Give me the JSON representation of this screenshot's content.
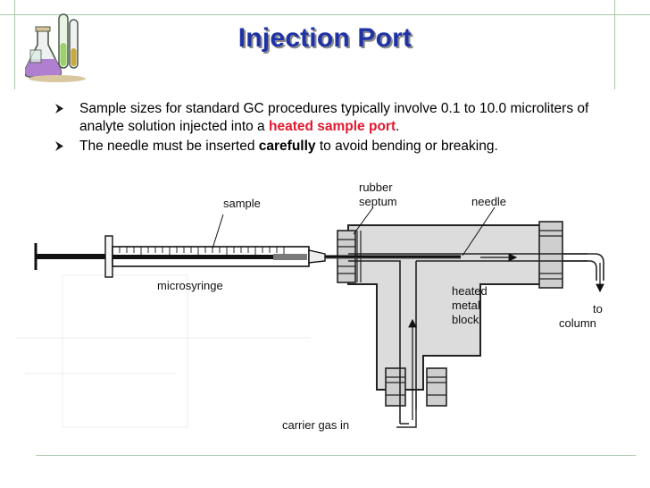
{
  "slide": {
    "title": "Injection Port",
    "bullets": [
      {
        "text_before": "Sample sizes for standard GC procedures typically involve 0.1 to 10.0 microliters of analyte solution injected into a ",
        "highlight": "heated sample port",
        "text_after": "."
      },
      {
        "text_before": "The needle must be inserted ",
        "emphasis": "carefully",
        "text_after": " to avoid bending or breaking."
      }
    ]
  },
  "diagram": {
    "labels": {
      "sample": "sample",
      "microsyringe": "microsyringe",
      "rubber": "rubber",
      "septum": "septum",
      "needle": "needle",
      "heated": "heated",
      "metal": "metal",
      "block": "block",
      "to": "to",
      "column": "column",
      "carrier_gas": "carrier gas in"
    }
  },
  "colors": {
    "title": "#1f33a6",
    "highlight": "#e3182e",
    "frame": "#a7c7a9",
    "block_fill": "#dcdcdc"
  }
}
